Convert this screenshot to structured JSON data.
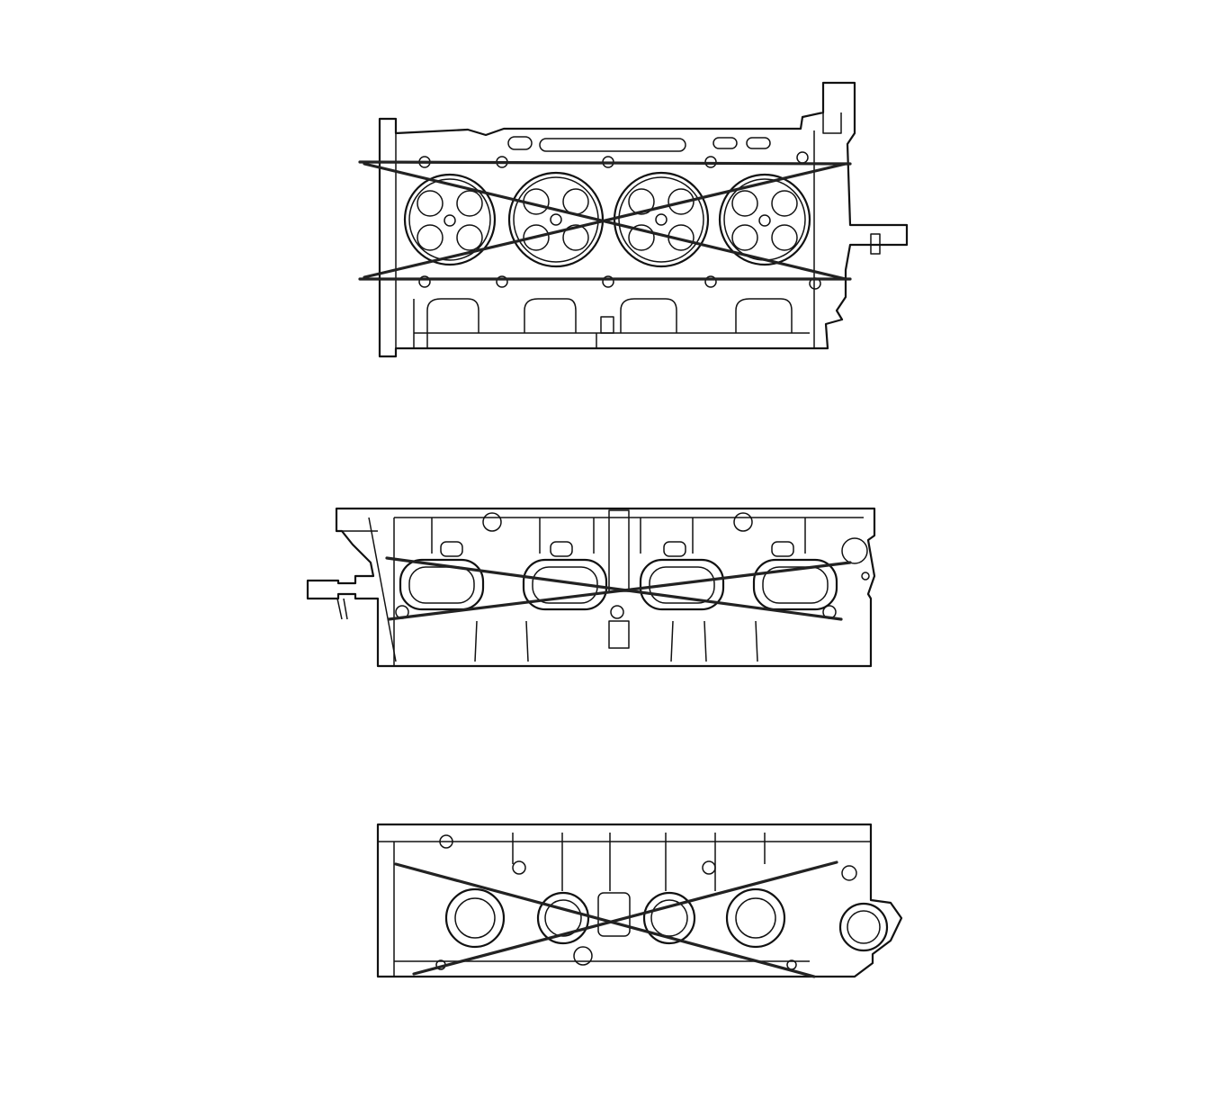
{
  "figure": {
    "type": "technical-line-drawing",
    "views": [
      {
        "view": "combustion-chamber-face",
        "measurement_lines": 4
      },
      {
        "view": "intake-manifold-face",
        "measurement_lines": 2
      },
      {
        "view": "exhaust-manifold-face",
        "measurement_lines": 2
      }
    ],
    "colors": {
      "line": "#111111",
      "measurement_line": "#222222",
      "background": "#ffffff"
    }
  }
}
